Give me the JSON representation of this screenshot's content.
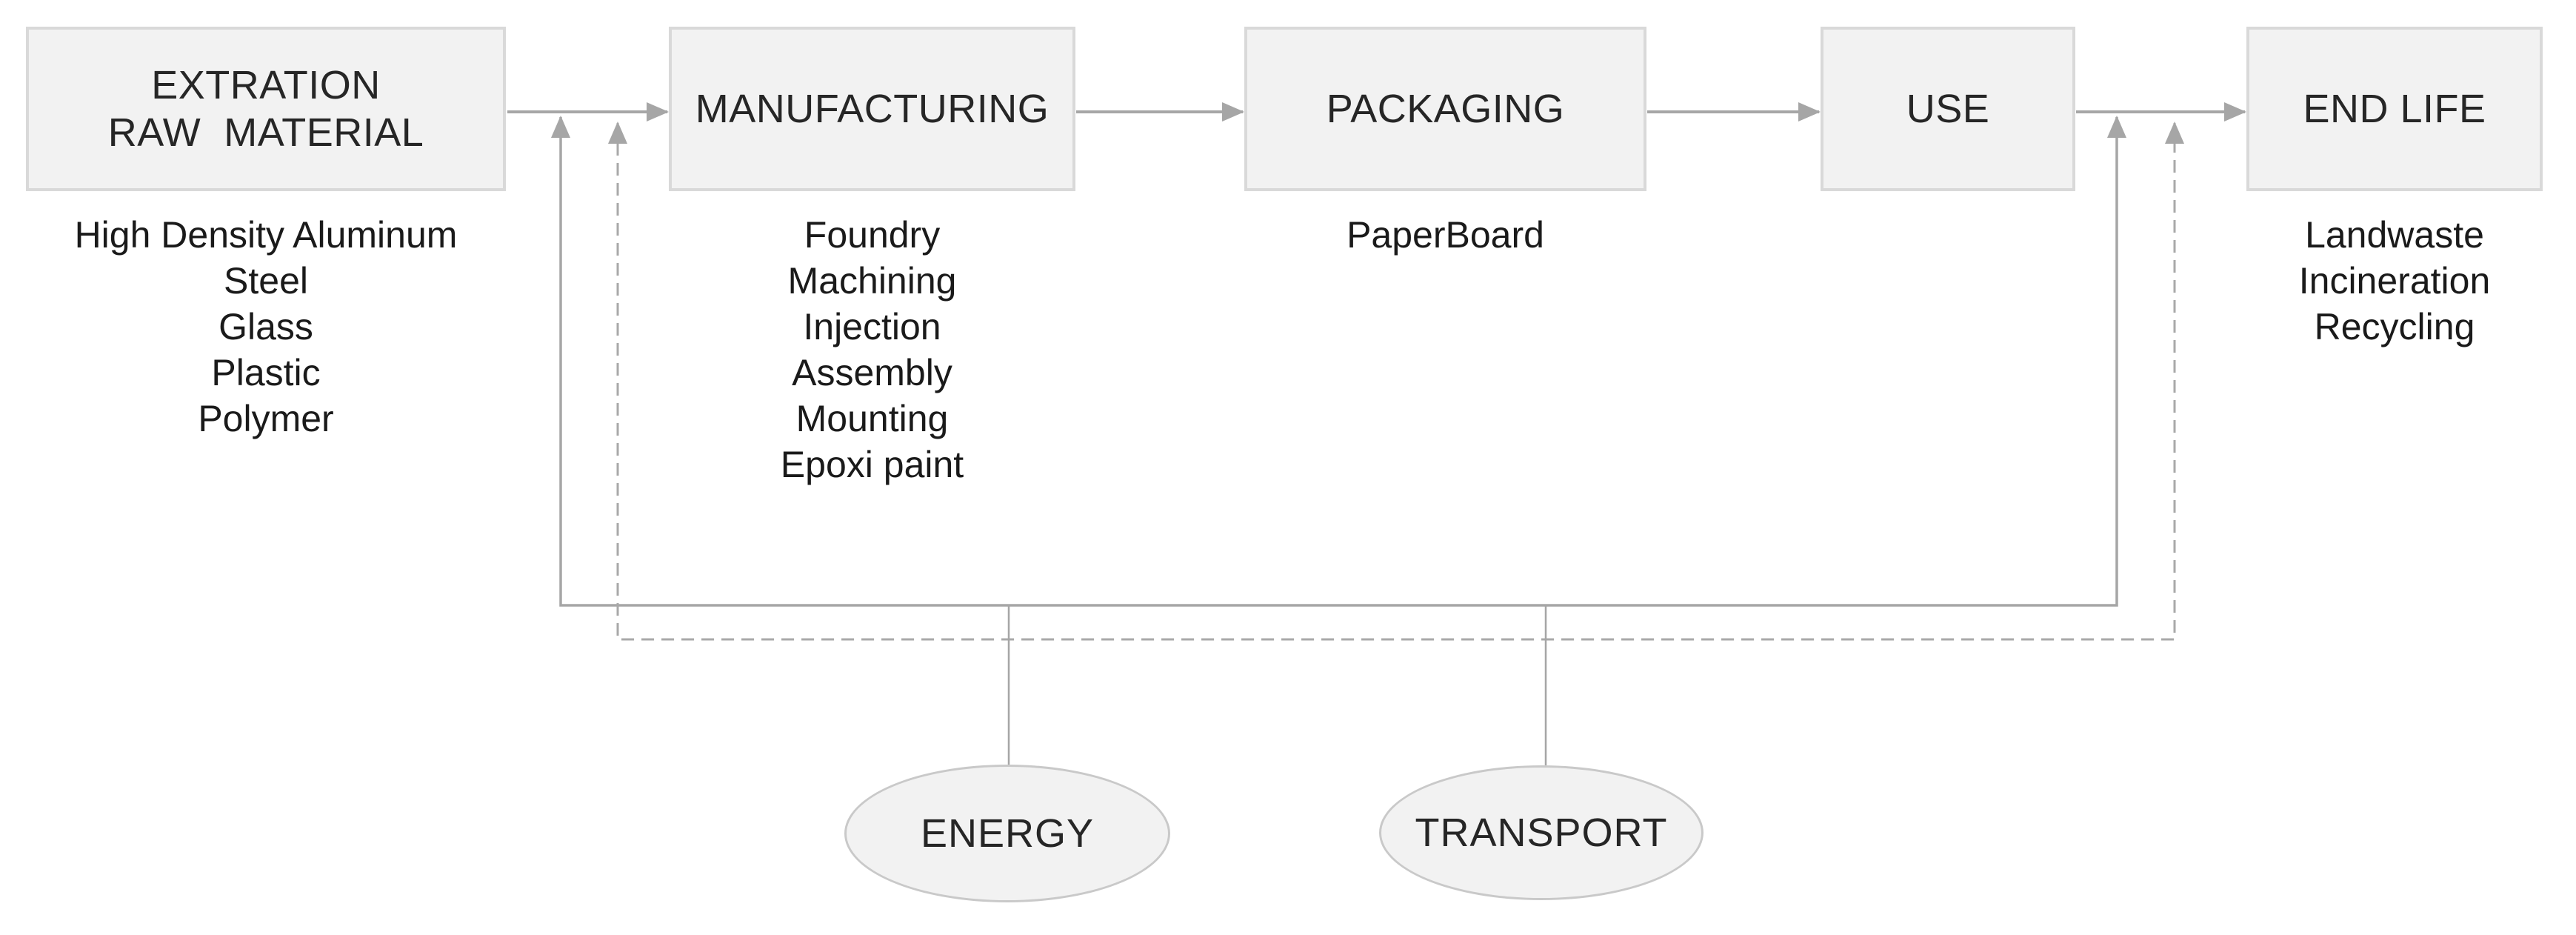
{
  "diagram": {
    "stages": [
      {
        "id": "extraction",
        "title_lines": [
          "EXTRATION",
          "RAW  MATERIAL"
        ],
        "items": [
          "High Density Aluminum",
          "Steel",
          "Glass",
          "Plastic",
          "Polymer"
        ]
      },
      {
        "id": "manufacturing",
        "title_lines": [
          "MANUFACTURING"
        ],
        "items": [
          "Foundry",
          "Machining",
          "Injection",
          "Assembly",
          "Mounting",
          "Epoxi paint"
        ]
      },
      {
        "id": "packaging",
        "title_lines": [
          "PACKAGING"
        ],
        "items": [
          "PaperBoard"
        ]
      },
      {
        "id": "use",
        "title_lines": [
          "USE"
        ],
        "items": []
      },
      {
        "id": "end-life",
        "title_lines": [
          "END LIFE"
        ],
        "items": [
          "Landwaste",
          "Incineration",
          "Recycling"
        ]
      }
    ],
    "resources": [
      {
        "id": "energy",
        "label": "ENERGY"
      },
      {
        "id": "transport",
        "label": "TRANSPORT"
      }
    ]
  },
  "colors": {
    "line_color": "#a6a6a6",
    "dashed_line_color": "#a9a9a9",
    "box_fill": "#f2f2f2",
    "box_border": "#d9d9d9",
    "ellipse_border": "#c9c9c9",
    "title_text": "#262626",
    "list_text": "#1a1a1a"
  }
}
